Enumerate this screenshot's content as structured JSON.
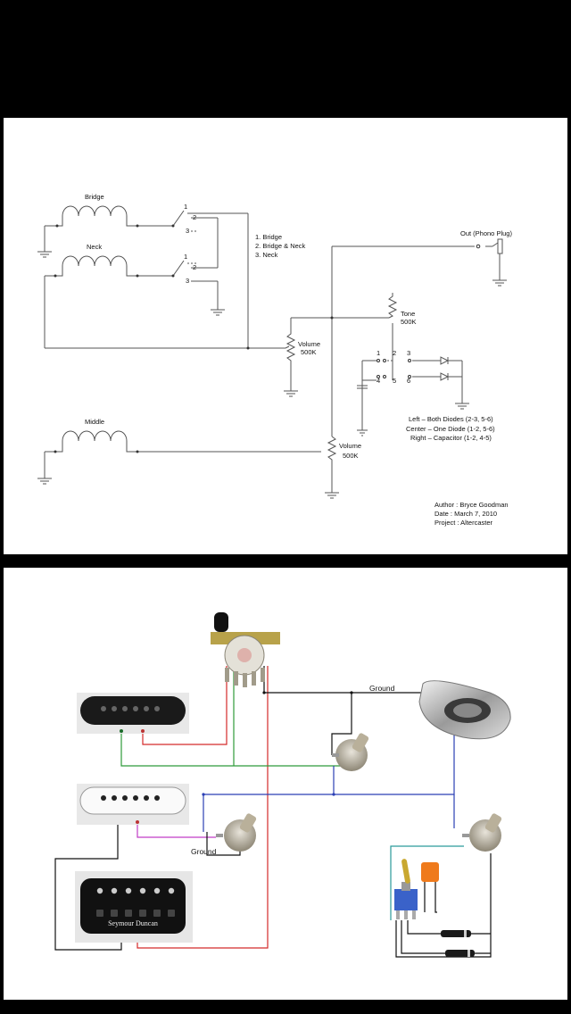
{
  "schematic": {
    "pickups": {
      "bridge": "Bridge",
      "neck": "Neck",
      "middle": "Middle"
    },
    "switch_numbers": [
      "1",
      "2",
      "3"
    ],
    "positions": [
      "1. Bridge",
      "2. Bridge & Neck",
      "3. Neck"
    ],
    "output": "Out (Phono Plug)",
    "tone": {
      "name": "Tone",
      "value": "500K"
    },
    "volume1": {
      "name": "Volume",
      "value": "500K"
    },
    "volume2": {
      "name": "Volume",
      "value": "500K"
    },
    "dpdt_pins": [
      "1",
      "2",
      "3",
      "4",
      "5",
      "6"
    ],
    "modes": [
      "Left – Both Diodes (2-3, 5-6)",
      "Center – One Diode (1-2, 5-6)",
      "Right – Capacitor (1-2, 4-5)"
    ],
    "author": "Author : Bryce Goodman",
    "date": "Date : March 7, 2010",
    "project": "Project : Altercaster"
  },
  "wiring": {
    "ground_labels": [
      "Ground",
      "Ground"
    ],
    "humbucker_brand": "Seymour Duncan",
    "wire_colors": {
      "red": "#d42a2a",
      "green": "#2e9b3a",
      "blue": "#2b3fb5",
      "purple": "#c03cc6",
      "teal": "#2a9a9a",
      "black": "#111111"
    }
  }
}
